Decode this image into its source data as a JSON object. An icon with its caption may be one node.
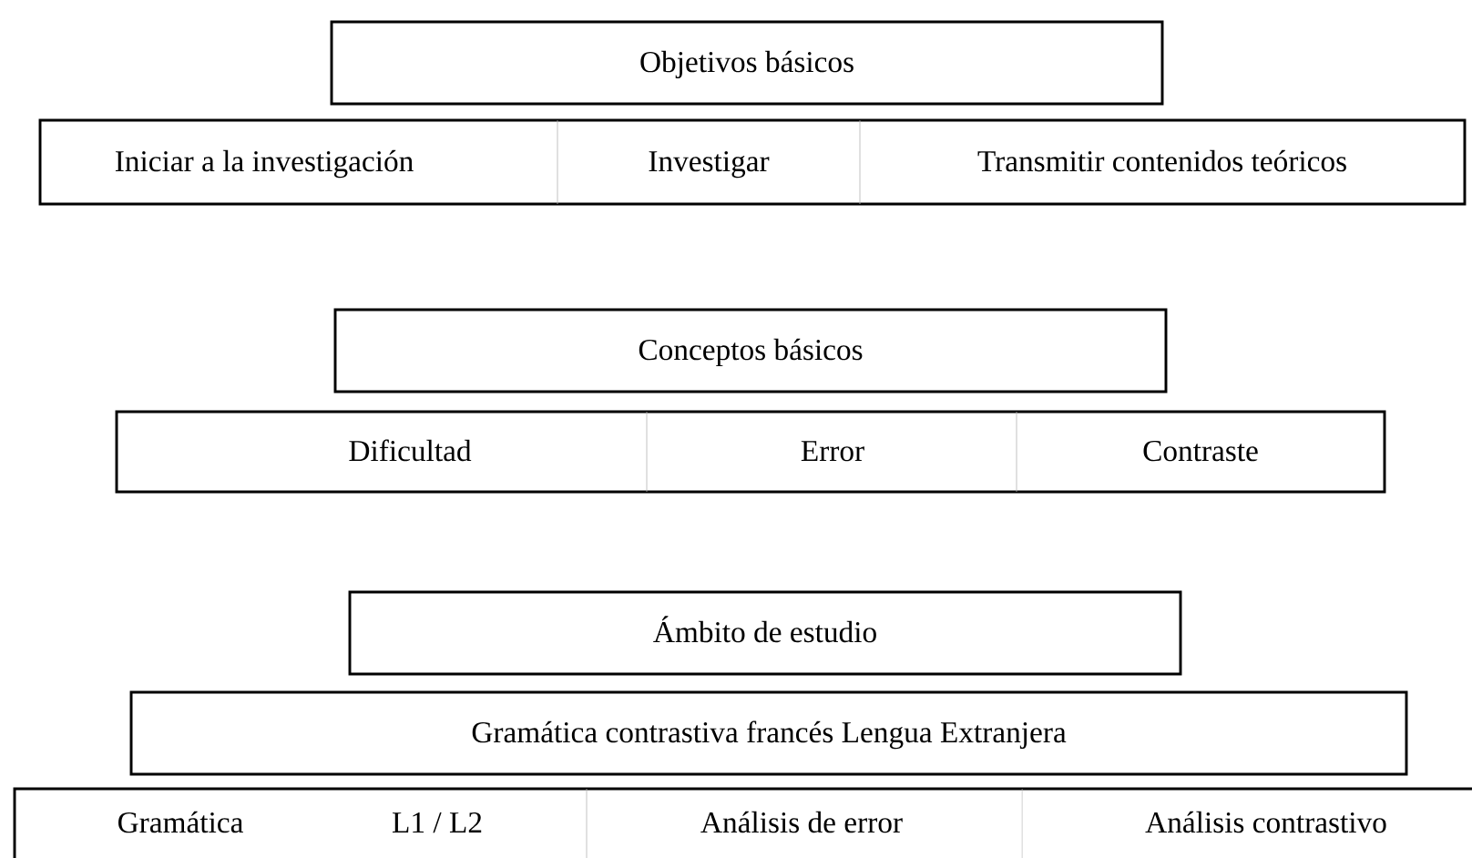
{
  "diagram": {
    "nodes": [
      {
        "text": [
          "Objetivos básicos"
        ]
      },
      {
        "text": [
          "Iniciar a la investigación",
          "Investigar",
          "Transmitir contenidos teóricos"
        ]
      },
      {
        "text": [
          "Conceptos básicos"
        ]
      },
      {
        "text": [
          "Dificultad",
          "Error",
          "Contraste"
        ]
      },
      {
        "text": [
          "Ámbito de estudio"
        ]
      },
      {
        "text": [
          "Gramática contrastiva francés Lengua Extranjera"
        ]
      },
      {
        "text": [
          "Gramática",
          "L1 / L2",
          "Análisis de error",
          "Análisis contrastivo"
        ]
      }
    ]
  }
}
